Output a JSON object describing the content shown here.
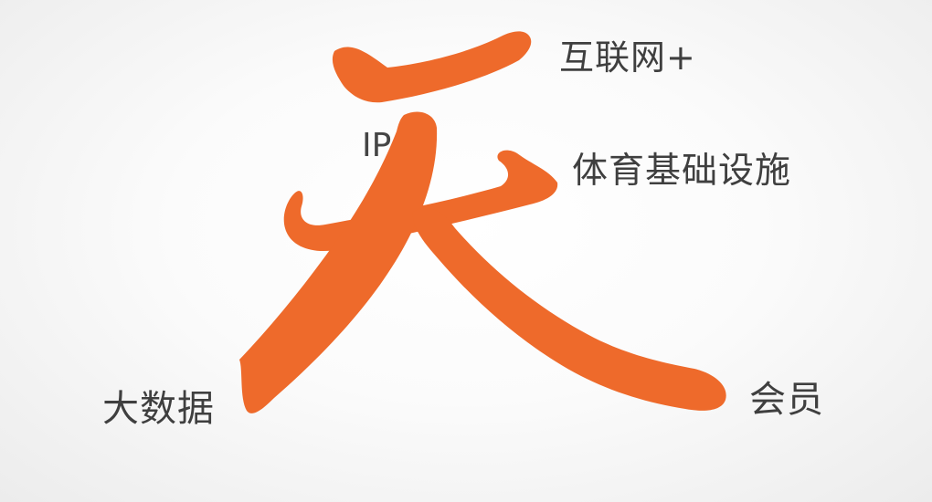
{
  "glyph": {
    "character": "天",
    "color": "#ee6a2b"
  },
  "keywords": {
    "internet_plus": "互联网+",
    "ip": "IP",
    "sports_infrastructure": "体育基础设施",
    "big_data": "大数据",
    "membership": "会员"
  }
}
